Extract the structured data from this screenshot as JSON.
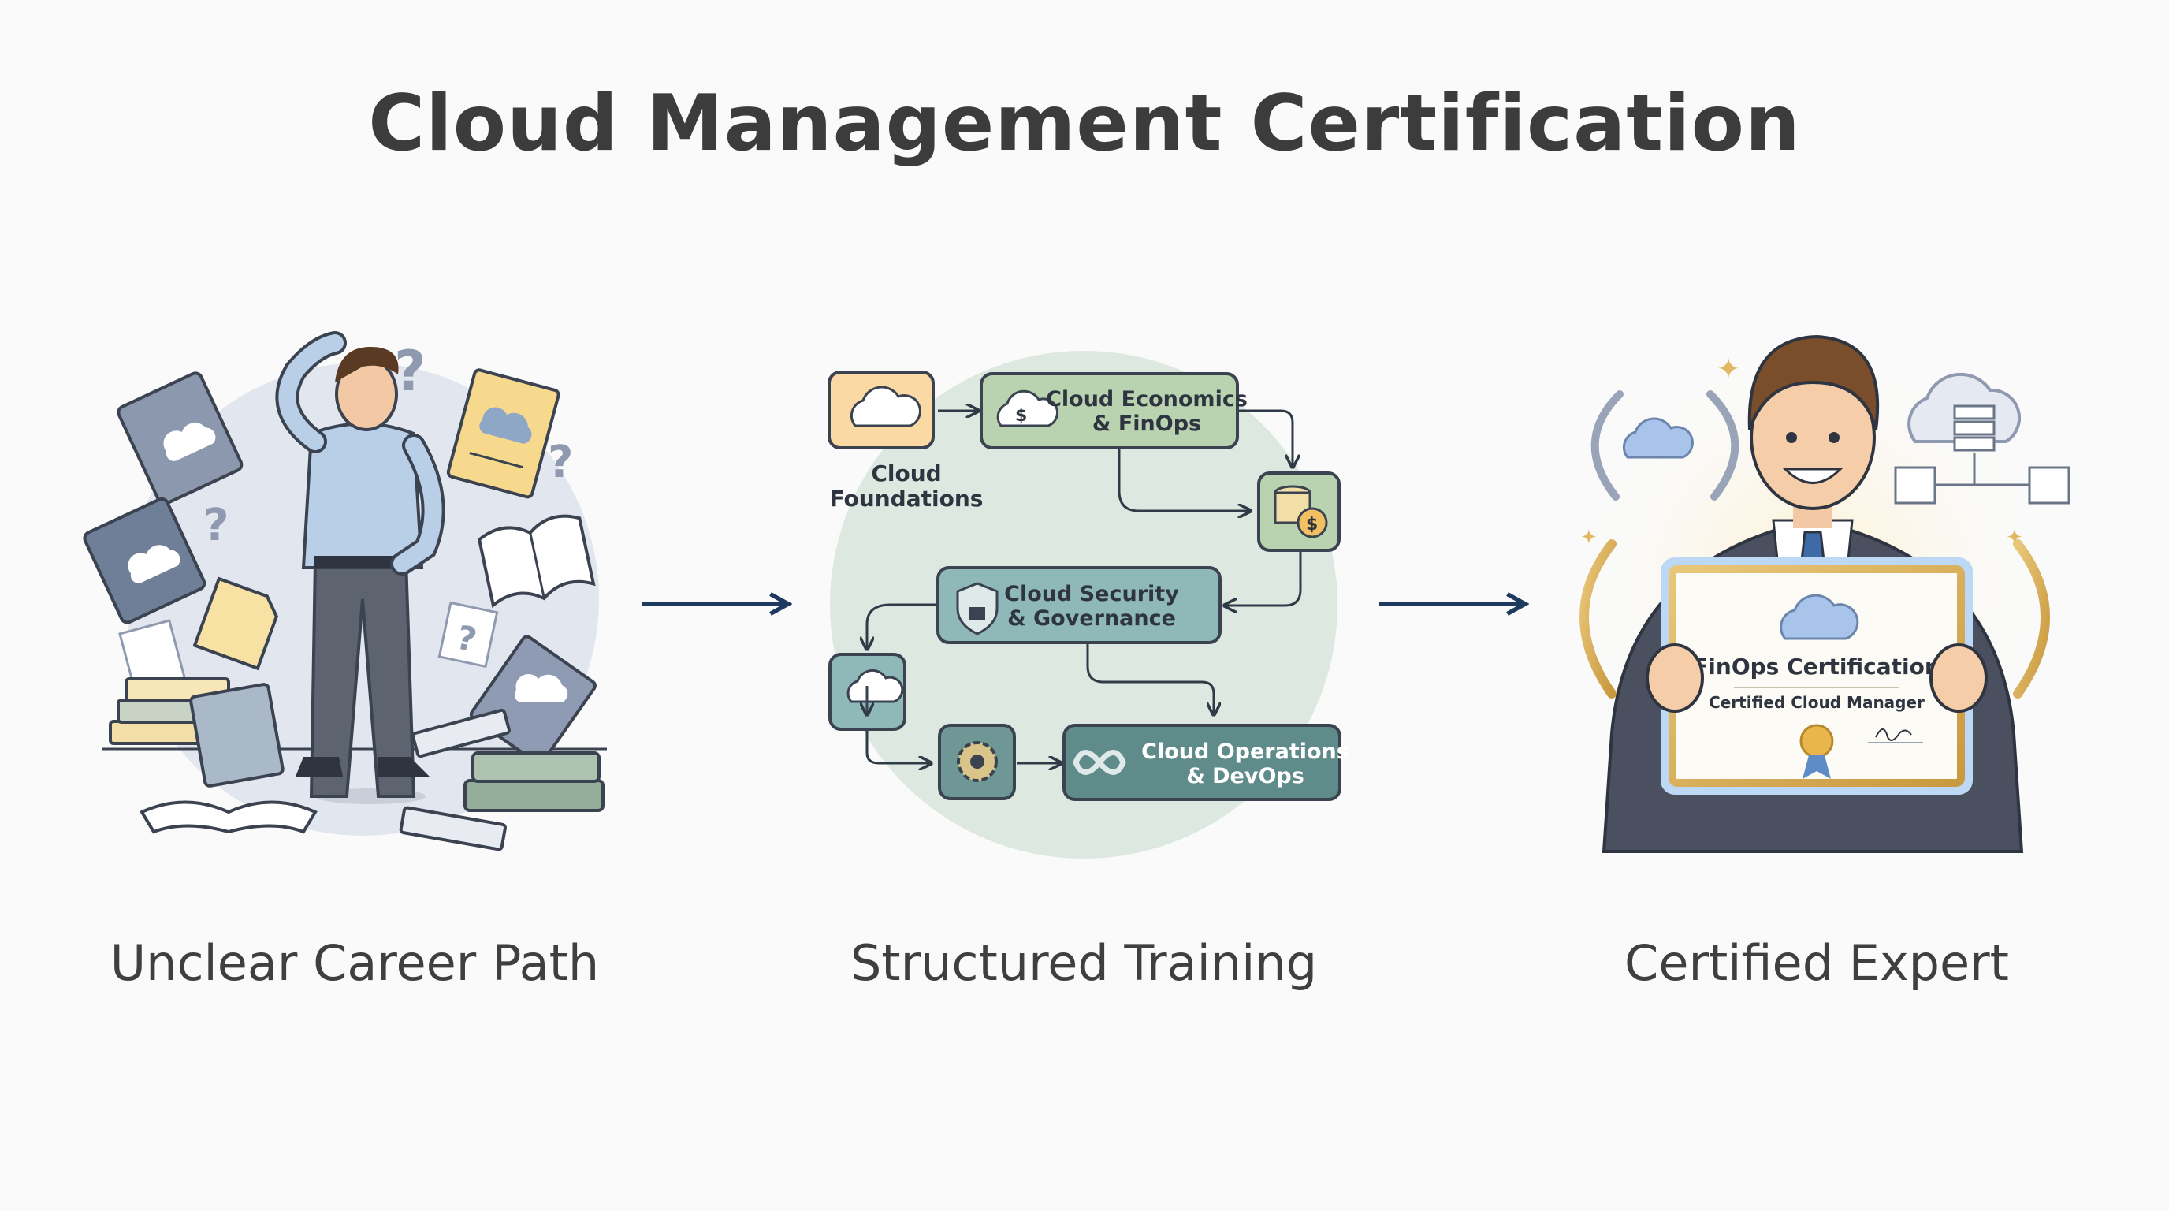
{
  "title": "Cloud Management Certification",
  "stages": [
    {
      "label": "Unclear Career Path"
    },
    {
      "label": "Structured Training"
    },
    {
      "label": "Certified Expert"
    }
  ],
  "training_path": {
    "foundations": [
      "Cloud",
      "Foundations"
    ],
    "economics": [
      "Cloud Economics",
      "& FinOps"
    ],
    "security": [
      "Cloud Security",
      "& Governance"
    ],
    "operations": [
      "Cloud Operations",
      "& DevOps"
    ]
  },
  "certificate": {
    "title": "FinOps Certification",
    "subtitle": "Certified Cloud Manager"
  },
  "colors": {
    "title": "#3c3c3c",
    "arrow": "#1f3a5f",
    "box_green": "#b9d2b0",
    "box_teal": "#8fb8b9",
    "box_orange": "#fbd9a4",
    "circle_bg": "#dde8e1"
  }
}
